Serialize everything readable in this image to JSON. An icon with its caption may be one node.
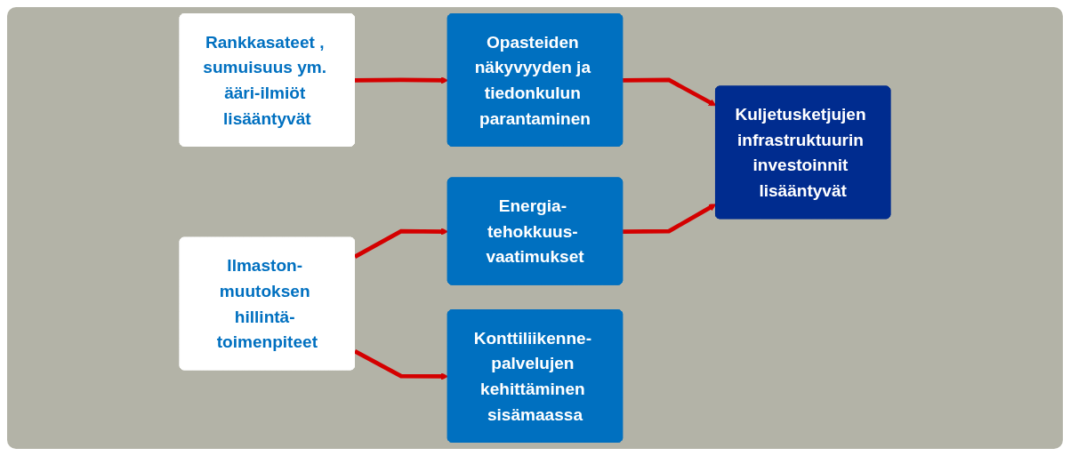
{
  "diagram": {
    "nodes": [
      {
        "text": [
          "Rankkasateet , sumuisuus ym. ääri-ilmiöt lisääntyvät"
        ]
      },
      {
        "text": [
          "Ilmaston- muutoksen hillintä- toimenpiteet"
        ]
      },
      {
        "text": [
          "Opasteiden näkyvyyden ja tiedonkulun parantaminen"
        ]
      },
      {
        "text": [
          "Energia- tehokkuus- vaatimukset"
        ]
      },
      {
        "text": [
          "Konttiliikenne- palvelujen kehittäminen sisämaassa"
        ]
      },
      {
        "text": [
          "Kuljetusketjujen infrastruktuurin investoinnit lisääntyvät"
        ]
      }
    ],
    "edges": [
      {
        "from": 0,
        "to": 2,
        "arrow": "to"
      },
      {
        "from": 1,
        "to": 3,
        "arrow": "to"
      },
      {
        "from": 1,
        "to": 4,
        "arrow": "to"
      },
      {
        "from": 2,
        "to": 5,
        "arrow": "to"
      },
      {
        "from": 3,
        "to": 5,
        "arrow": "to"
      }
    ]
  }
}
